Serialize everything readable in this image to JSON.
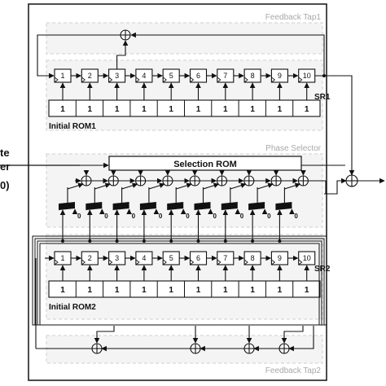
{
  "labels": {
    "feedback_tap1": "Feedback Tap1",
    "feedback_tap2": "Feedback Tap2",
    "phase_selector": "Phase Selector",
    "selection_rom": "Selection ROM",
    "sr1": "SR1",
    "sr2": "SR2",
    "initial_rom1": "Initial ROM1",
    "initial_rom2": "Initial ROM2",
    "left_cut_line1": "te",
    "left_cut_line2": "er",
    "left_cut_line3": "0)"
  },
  "sr1": {
    "registers": [
      "1",
      "2",
      "3",
      "4",
      "5",
      "6",
      "7",
      "8",
      "9",
      "10"
    ],
    "rom_values": [
      "1",
      "1",
      "1",
      "1",
      "1",
      "1",
      "1",
      "1",
      "1",
      "1"
    ]
  },
  "sr2": {
    "registers": [
      "1",
      "2",
      "3",
      "4",
      "5",
      "6",
      "7",
      "8",
      "9",
      "10"
    ],
    "rom_values": [
      "1",
      "1",
      "1",
      "1",
      "1",
      "1",
      "1",
      "1",
      "1",
      "1"
    ]
  },
  "mux_zero_label": "0",
  "mux_count": 9
}
